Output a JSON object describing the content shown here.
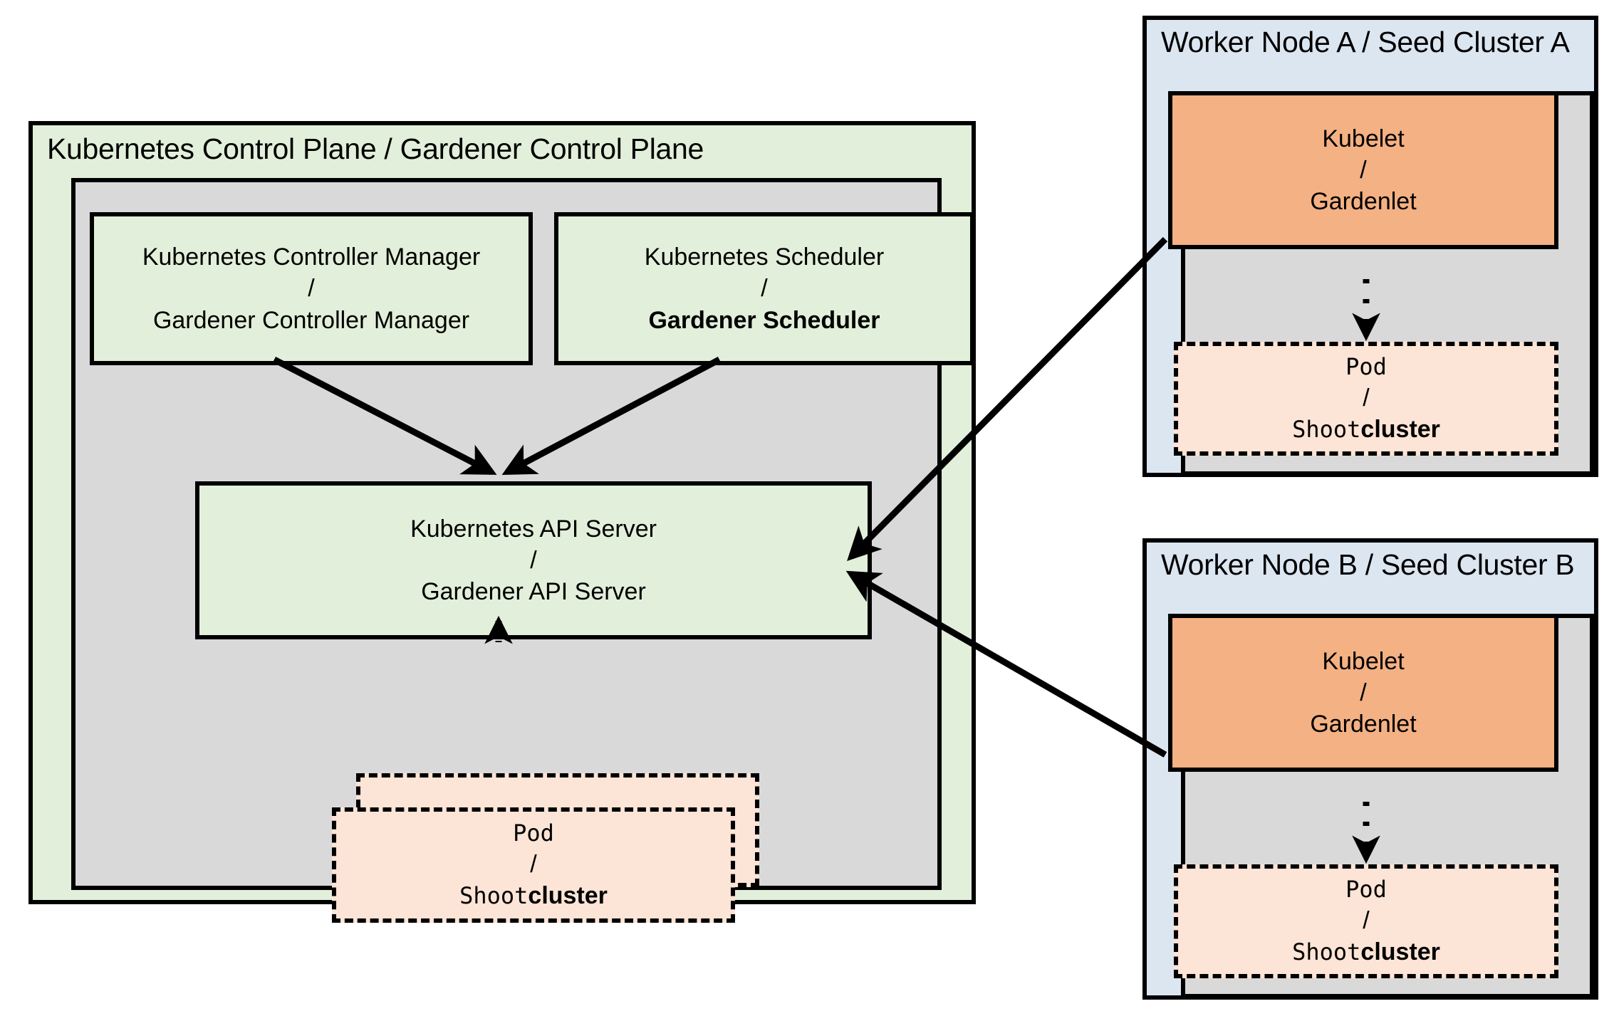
{
  "diagram": {
    "title": "Gardener architecture analogy to Kubernetes",
    "colors": {
      "green_fill": "#e2efda",
      "gray_fill": "#d9d9d9",
      "blue_fill": "#dce6f1",
      "orange_fill": "#f4b183",
      "peach_fill": "#fce4d6",
      "stroke": "#000000"
    }
  },
  "control_plane": {
    "title": "Kubernetes Control Plane / Gardener Control Plane",
    "controller_manager": {
      "line1": "Kubernetes Controller Manager",
      "separator": "/",
      "line2": "Gardener Controller Manager",
      "line2_bold": false
    },
    "scheduler": {
      "line1": "Kubernetes Scheduler",
      "separator": "/",
      "line2": "Gardener Scheduler",
      "line2_bold": true
    },
    "api_server": {
      "line1": "Kubernetes API Server",
      "separator": "/",
      "line2": "Gardener API Server",
      "line2_bold": false
    },
    "pod": {
      "line1": "Pod",
      "separator": "/",
      "line2_mono": "Shoot",
      "line2_bold": "cluster"
    }
  },
  "worker_nodes": [
    {
      "title": "Worker Node A / Seed Cluster A",
      "kubelet": {
        "line1": "Kubelet",
        "separator": "/",
        "line2": "Gardenlet",
        "line2_bold": true
      },
      "pod": {
        "line1": "Pod",
        "separator": "/",
        "line2_mono": "Shoot",
        "line2_bold": "cluster"
      }
    },
    {
      "title": "Worker Node B / Seed Cluster B",
      "kubelet": {
        "line1": "Kubelet",
        "separator": "/",
        "line2": "Gardenlet",
        "line2_bold": true
      },
      "pod": {
        "line1": "Pod",
        "separator": "/",
        "line2_mono": "Shoot",
        "line2_bold": "cluster"
      }
    }
  ],
  "connections": [
    {
      "from": "controller-manager",
      "to": "api-server",
      "style": "solid-arrow"
    },
    {
      "from": "scheduler",
      "to": "api-server",
      "style": "solid-arrow"
    },
    {
      "from": "pod-control-plane",
      "to": "api-server",
      "style": "dotted-arrow"
    },
    {
      "from": "kubelet-node-a",
      "to": "api-server",
      "style": "solid-arrow"
    },
    {
      "from": "kubelet-node-b",
      "to": "api-server",
      "style": "solid-arrow"
    },
    {
      "from": "kubelet-node-a",
      "to": "pod-node-a",
      "style": "dotted-arrow"
    },
    {
      "from": "kubelet-node-b",
      "to": "pod-node-b",
      "style": "dotted-arrow"
    }
  ]
}
